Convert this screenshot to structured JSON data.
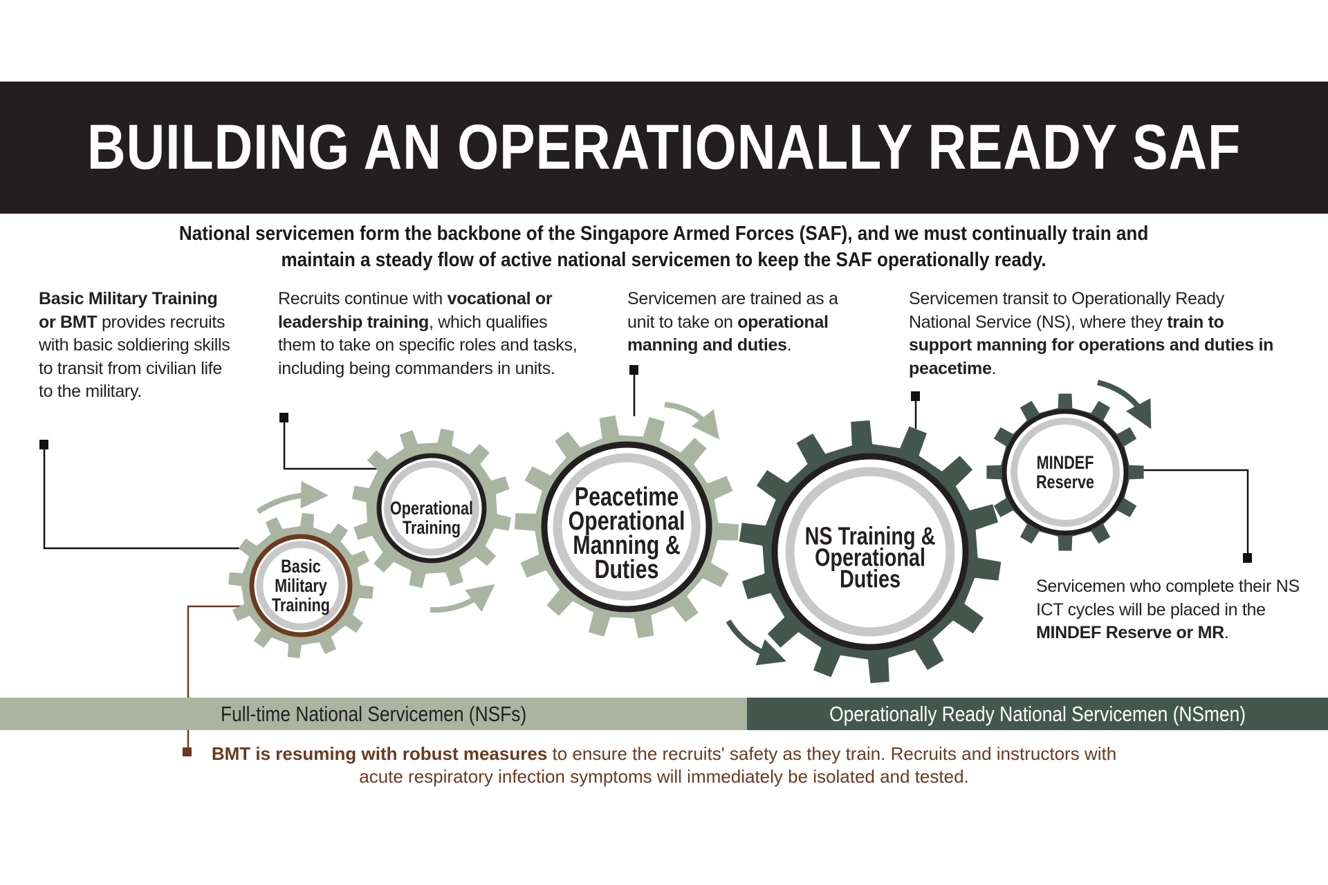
{
  "title": "BUILDING AN OPERATIONALLY READY SAF",
  "subtitle": {
    "line1": "National servicemen form the backbone of the Singapore Armed Forces (SAF), and we must continually train and",
    "line2": "maintain a steady flow of active national servicemen to keep the SAF operationally ready."
  },
  "descriptions": {
    "bmt": {
      "b": "Basic Military Training or BMT",
      "a": " provides recruits with basic soldiering skills to transit from civilian life to the military."
    },
    "ot": {
      "pre": "Recruits continue with ",
      "b": "vocational or leadership training",
      "a": ", which qualifies them to take on specific roles and tasks, including being commanders in units."
    },
    "peacetime": {
      "pre": "Servicemen are trained as a unit to take on ",
      "b": "operational manning and duties",
      "a": "."
    },
    "ns": {
      "pre": "Servicemen transit to Operationally Ready National Service (NS), where they ",
      "b": "train to support manning for operations and duties in peacetime",
      "a": "."
    },
    "mr": {
      "pre": "Servicemen who complete their NS ICT cycles will be placed in the ",
      "b": "MINDEF Reserve or MR",
      "a": "."
    }
  },
  "gears": {
    "bmt": [
      "Basic",
      "Military",
      "Training"
    ],
    "ot": [
      "Operational",
      "Training"
    ],
    "peacetime": [
      "Peacetime",
      "Operational",
      "Manning &",
      "Duties"
    ],
    "ns": [
      "NS Training &",
      "Operational",
      "Duties"
    ],
    "mr": [
      "MINDEF",
      "Reserve"
    ]
  },
  "bars": {
    "nsf": "Full-time National Servicemen (NSFs)",
    "nsmen": "Operationally Ready National Servicemen (NSmen)"
  },
  "note": {
    "b": "BMT is resuming with robust measures",
    "a": " to ensure the recruits' safety as they train. Recruits and instructors with",
    "line2": "acute respiratory infection symptoms will immediately be isolated and tested."
  },
  "colors": {
    "light_gear": "#a9b5a1",
    "dark_gear": "#44574e",
    "accent_brown": "#6b3a1f",
    "banner": "#231f20"
  }
}
